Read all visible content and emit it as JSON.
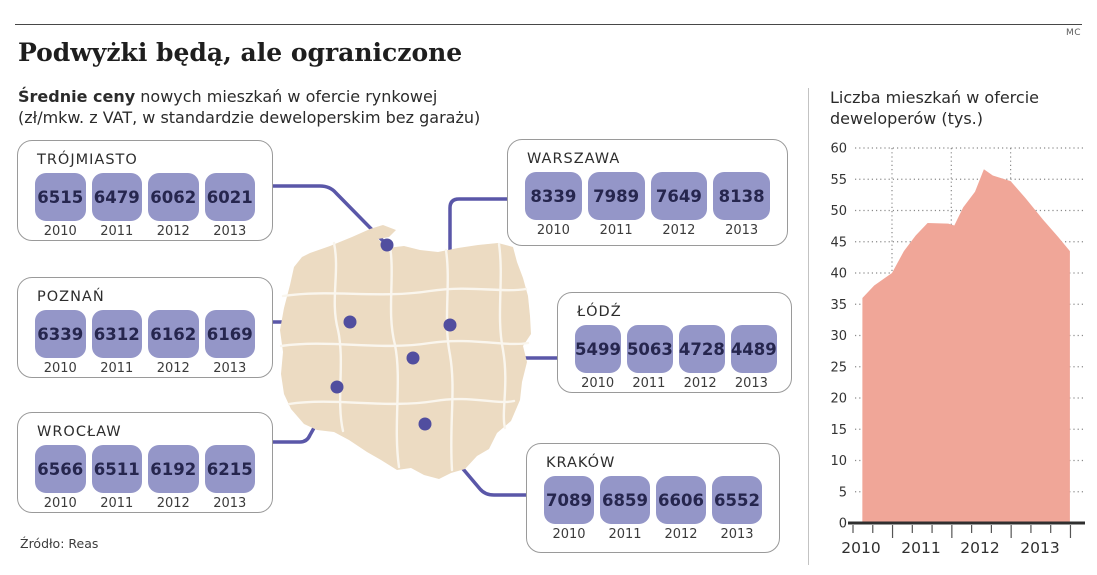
{
  "page": {
    "corner_tag": "MC",
    "title": "Podwyżki będą, ale ograniczone",
    "subtitle_bold": "Średnie ceny",
    "subtitle_rest": " nowych mieszkań w ofercie rynkowej",
    "subtitle_line2": "(zł/mkw. z VAT, w standardzie deweloperskim bez garażu)",
    "source": "Źródło: Reas"
  },
  "years": [
    "2010",
    "2011",
    "2012",
    "2013"
  ],
  "cities": [
    {
      "id": "trojmiasto",
      "name": "TRÓJMIASTO",
      "values": [
        6515,
        6479,
        6062,
        6021
      ]
    },
    {
      "id": "poznan",
      "name": "POZNAŃ",
      "values": [
        6339,
        6312,
        6162,
        6169
      ]
    },
    {
      "id": "wroclaw",
      "name": "WROCŁAW",
      "values": [
        6566,
        6511,
        6192,
        6215
      ]
    },
    {
      "id": "warszawa",
      "name": "WARSZAWA",
      "values": [
        8339,
        7989,
        7649,
        8138
      ]
    },
    {
      "id": "lodz",
      "name": "ŁÓDŹ",
      "values": [
        5499,
        5063,
        4728,
        4489
      ]
    },
    {
      "id": "krakow",
      "name": "KRAKÓW",
      "values": [
        7089,
        6859,
        6606,
        6552
      ]
    }
  ],
  "chart_data": {
    "type": "area",
    "title": "Liczba mieszkań w ofercie deweloperów (tys.)",
    "x": [
      2010.5,
      2010.7,
      2011.0,
      2011.2,
      2011.4,
      2011.6,
      2011.95,
      2012.05,
      2012.2,
      2012.4,
      2012.55,
      2012.7,
      2013.0,
      2013.25,
      2013.55,
      2013.8,
      2014.0
    ],
    "values": [
      36,
      38,
      40,
      43.5,
      46,
      48,
      47.9,
      47.6,
      50.5,
      53,
      56.6,
      55.6,
      54.7,
      52,
      48.5,
      45.8,
      43.5
    ],
    "x_ticks": [
      "2010",
      "2011",
      "2012",
      "2013"
    ],
    "ylim": [
      0,
      60
    ],
    "y_step": 5,
    "grid": "dotted",
    "legend": "none",
    "area_fill": "#f0a698",
    "axis_color": "#2f2f2f",
    "grid_color": "#8a8a8a"
  },
  "map": {
    "region": "Poland",
    "fill": "#ecdbc2",
    "border": "#faf6ee",
    "connector_color": "#5a57a8",
    "dot_color": "#514e9f"
  }
}
